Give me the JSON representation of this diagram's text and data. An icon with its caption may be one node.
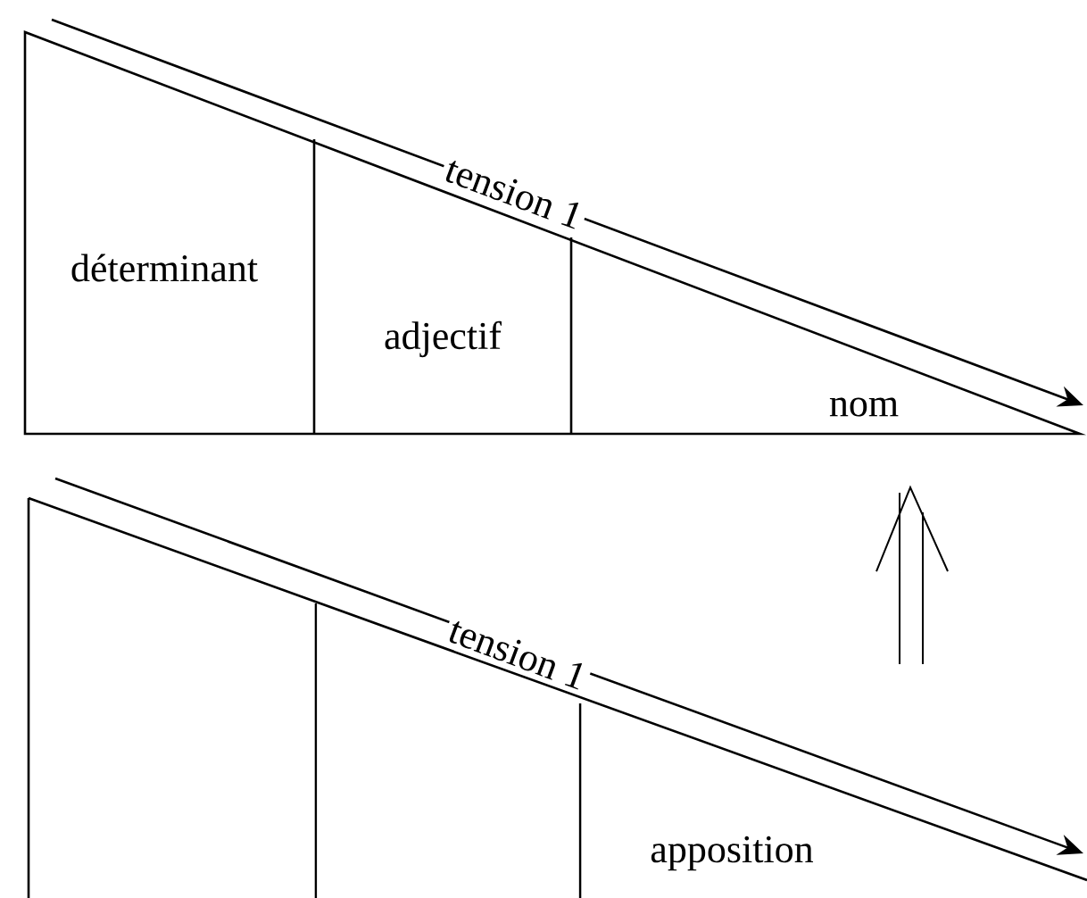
{
  "diagram": {
    "labels": [
      "tension 1",
      "déterminant",
      "adjectif",
      "nom",
      "tension 1",
      "apposition"
    ]
  }
}
